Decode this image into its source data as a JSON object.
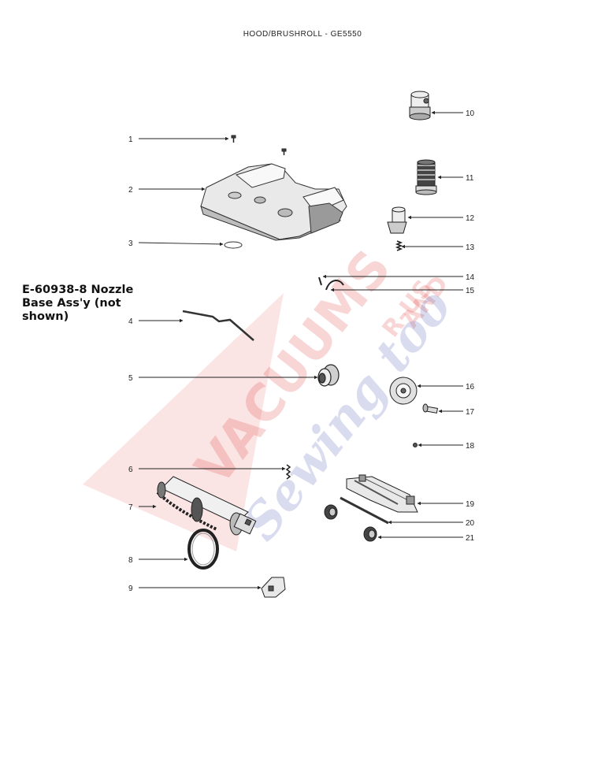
{
  "title": "HOOD/BRUSHROLL  - GE5550",
  "note": "E-60938-8 Nozzle Base Ass'y (not shown)",
  "watermark": {
    "line1": "VACUUMS",
    "line2": "R-US",
    "line3": "AND",
    "line4": "Sewing too",
    "red": "#d22222",
    "blue": "#3345a8"
  },
  "callouts": [
    "1",
    "2",
    "3",
    "4",
    "5",
    "6",
    "7",
    "8",
    "9",
    "10",
    "11",
    "12",
    "13",
    "14",
    "15",
    "16",
    "17",
    "18",
    "19",
    "20",
    "21"
  ]
}
